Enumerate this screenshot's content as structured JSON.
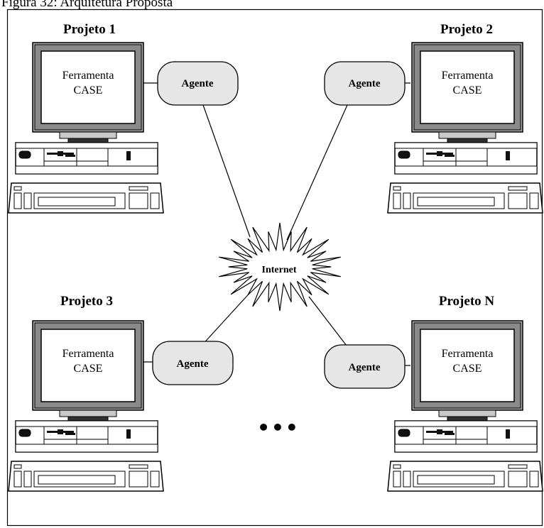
{
  "figure": {
    "caption": "Figura 32: Arquitetura Proposta",
    "network_label": "Internet",
    "continuation": "•••"
  },
  "projects": [
    {
      "title": "Projeto 1",
      "screen_line1": "Ferramenta",
      "screen_line2": "CASE",
      "agent_label": "Agente"
    },
    {
      "title": "Projeto 2",
      "screen_line1": "Ferramenta",
      "screen_line2": "CASE",
      "agent_label": "Agente"
    },
    {
      "title": "Projeto 3",
      "screen_line1": "Ferramenta",
      "screen_line2": "CASE",
      "agent_label": "Agente"
    },
    {
      "title": "Projeto N",
      "screen_line1": "Ferramenta",
      "screen_line2": "CASE",
      "agent_label": "Agente"
    }
  ],
  "colors": {
    "screen_fill": "#ffffff",
    "monitor_bezel": "#a9a9a9",
    "agent_fill": "#e6e6e6",
    "stroke": "#000000"
  }
}
